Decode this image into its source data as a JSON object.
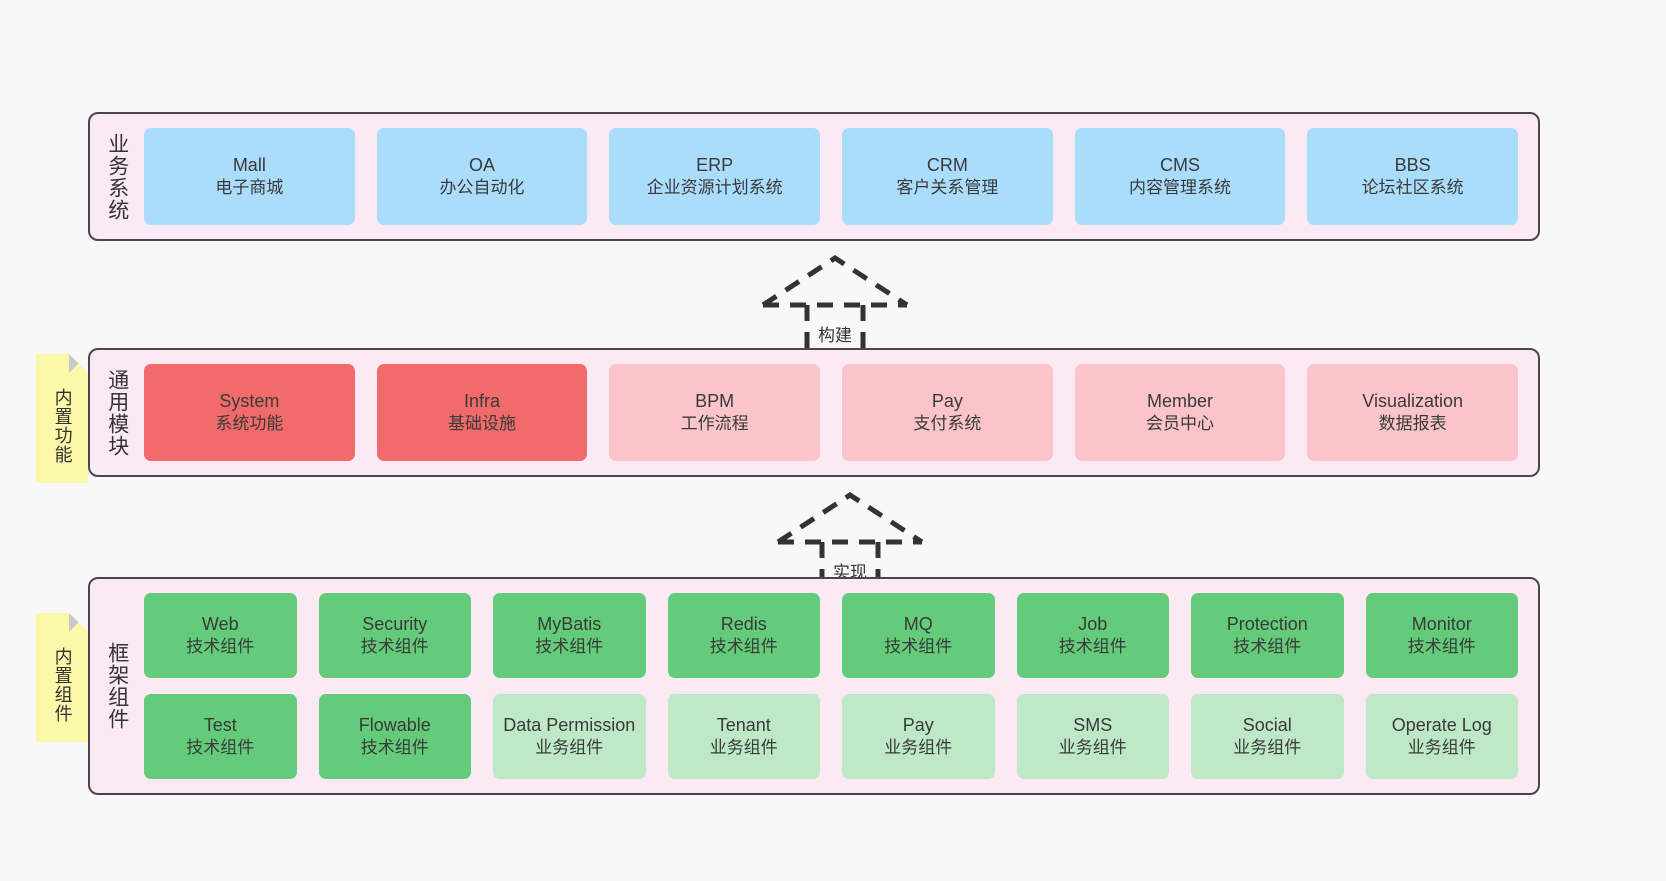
{
  "diagram": {
    "background_color": "#f8f8f8",
    "band_fill": "#fbeaf4",
    "band_border": "#4b4453",
    "note_fill": "#fbf8a8"
  },
  "layers": [
    {
      "id": "business",
      "title": "业务系统",
      "note": null,
      "card_color": "#aadcfb",
      "rows": [
        [
          {
            "en": "Mall",
            "cn": "电子商城",
            "color": "c-blue"
          },
          {
            "en": "OA",
            "cn": "办公自动化",
            "color": "c-blue"
          },
          {
            "en": "ERP",
            "cn": "企业资源计划系统",
            "color": "c-blue"
          },
          {
            "en": "CRM",
            "cn": "客户关系管理",
            "color": "c-blue"
          },
          {
            "en": "CMS",
            "cn": "内容管理系统",
            "color": "c-blue"
          },
          {
            "en": "BBS",
            "cn": "论坛社区系统",
            "color": "c-blue"
          }
        ]
      ]
    },
    {
      "id": "common",
      "title": "通用模块",
      "note": "内置功能",
      "card_color": "#fbc4cb",
      "rows": [
        [
          {
            "en": "System",
            "cn": "系统功能",
            "color": "c-red"
          },
          {
            "en": "Infra",
            "cn": "基础设施",
            "color": "c-red"
          },
          {
            "en": "BPM",
            "cn": "工作流程",
            "color": "c-pink"
          },
          {
            "en": "Pay",
            "cn": "支付系统",
            "color": "c-pink"
          },
          {
            "en": "Member",
            "cn": "会员中心",
            "color": "c-pink"
          },
          {
            "en": "Visualization",
            "cn": "数据报表",
            "color": "c-pink"
          }
        ]
      ]
    },
    {
      "id": "frame",
      "title": "框架组件",
      "note": "内置组件",
      "card_color": "#63cb79",
      "rows": [
        [
          {
            "en": "Web",
            "cn": "技术组件",
            "color": "c-green"
          },
          {
            "en": "Security",
            "cn": "技术组件",
            "color": "c-green"
          },
          {
            "en": "MyBatis",
            "cn": "技术组件",
            "color": "c-green"
          },
          {
            "en": "Redis",
            "cn": "技术组件",
            "color": "c-green"
          },
          {
            "en": "MQ",
            "cn": "技术组件",
            "color": "c-green"
          },
          {
            "en": "Job",
            "cn": "技术组件",
            "color": "c-green"
          },
          {
            "en": "Protection",
            "cn": "技术组件",
            "color": "c-green"
          },
          {
            "en": "Monitor",
            "cn": "技术组件",
            "color": "c-green"
          }
        ],
        [
          {
            "en": "Test",
            "cn": "技术组件",
            "color": "c-green"
          },
          {
            "en": "Flowable",
            "cn": "技术组件",
            "color": "c-green"
          },
          {
            "en": "Data Permission",
            "cn": "业务组件",
            "color": "c-lightgreen"
          },
          {
            "en": "Tenant",
            "cn": "业务组件",
            "color": "c-lightgreen"
          },
          {
            "en": "Pay",
            "cn": "业务组件",
            "color": "c-lightgreen"
          },
          {
            "en": "SMS",
            "cn": "业务组件",
            "color": "c-lightgreen"
          },
          {
            "en": "Social",
            "cn": "业务组件",
            "color": "c-lightgreen"
          },
          {
            "en": "Operate Log",
            "cn": "业务组件",
            "color": "c-lightgreen"
          }
        ]
      ]
    }
  ],
  "arrows": [
    {
      "id": "build",
      "label": "构建"
    },
    {
      "id": "realize",
      "label": "实现"
    }
  ]
}
